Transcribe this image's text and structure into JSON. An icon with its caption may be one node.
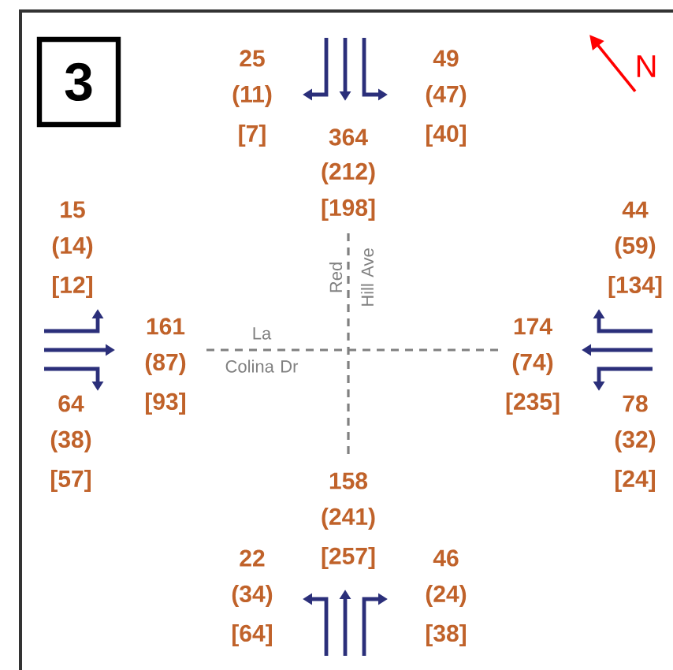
{
  "diagram": {
    "labels": [
      "3",
      "N",
      "25",
      "(11)",
      "[7]",
      "49",
      "(47)",
      "[40]",
      "364",
      "(212)",
      "[198]",
      "15",
      "(14)",
      "[12]",
      "44",
      "(59)",
      "[134]",
      "161",
      "(87)",
      "[93]",
      "La Colina Dr",
      "Red Hill Ave",
      "174",
      "(74)",
      "[235]",
      "64",
      "(38)",
      "[57]",
      "78",
      "(32)",
      "[24]",
      "158",
      "(241)",
      "[257]",
      "22",
      "(34)",
      "[64]",
      "46",
      "(24)",
      "[38]"
    ]
  }
}
